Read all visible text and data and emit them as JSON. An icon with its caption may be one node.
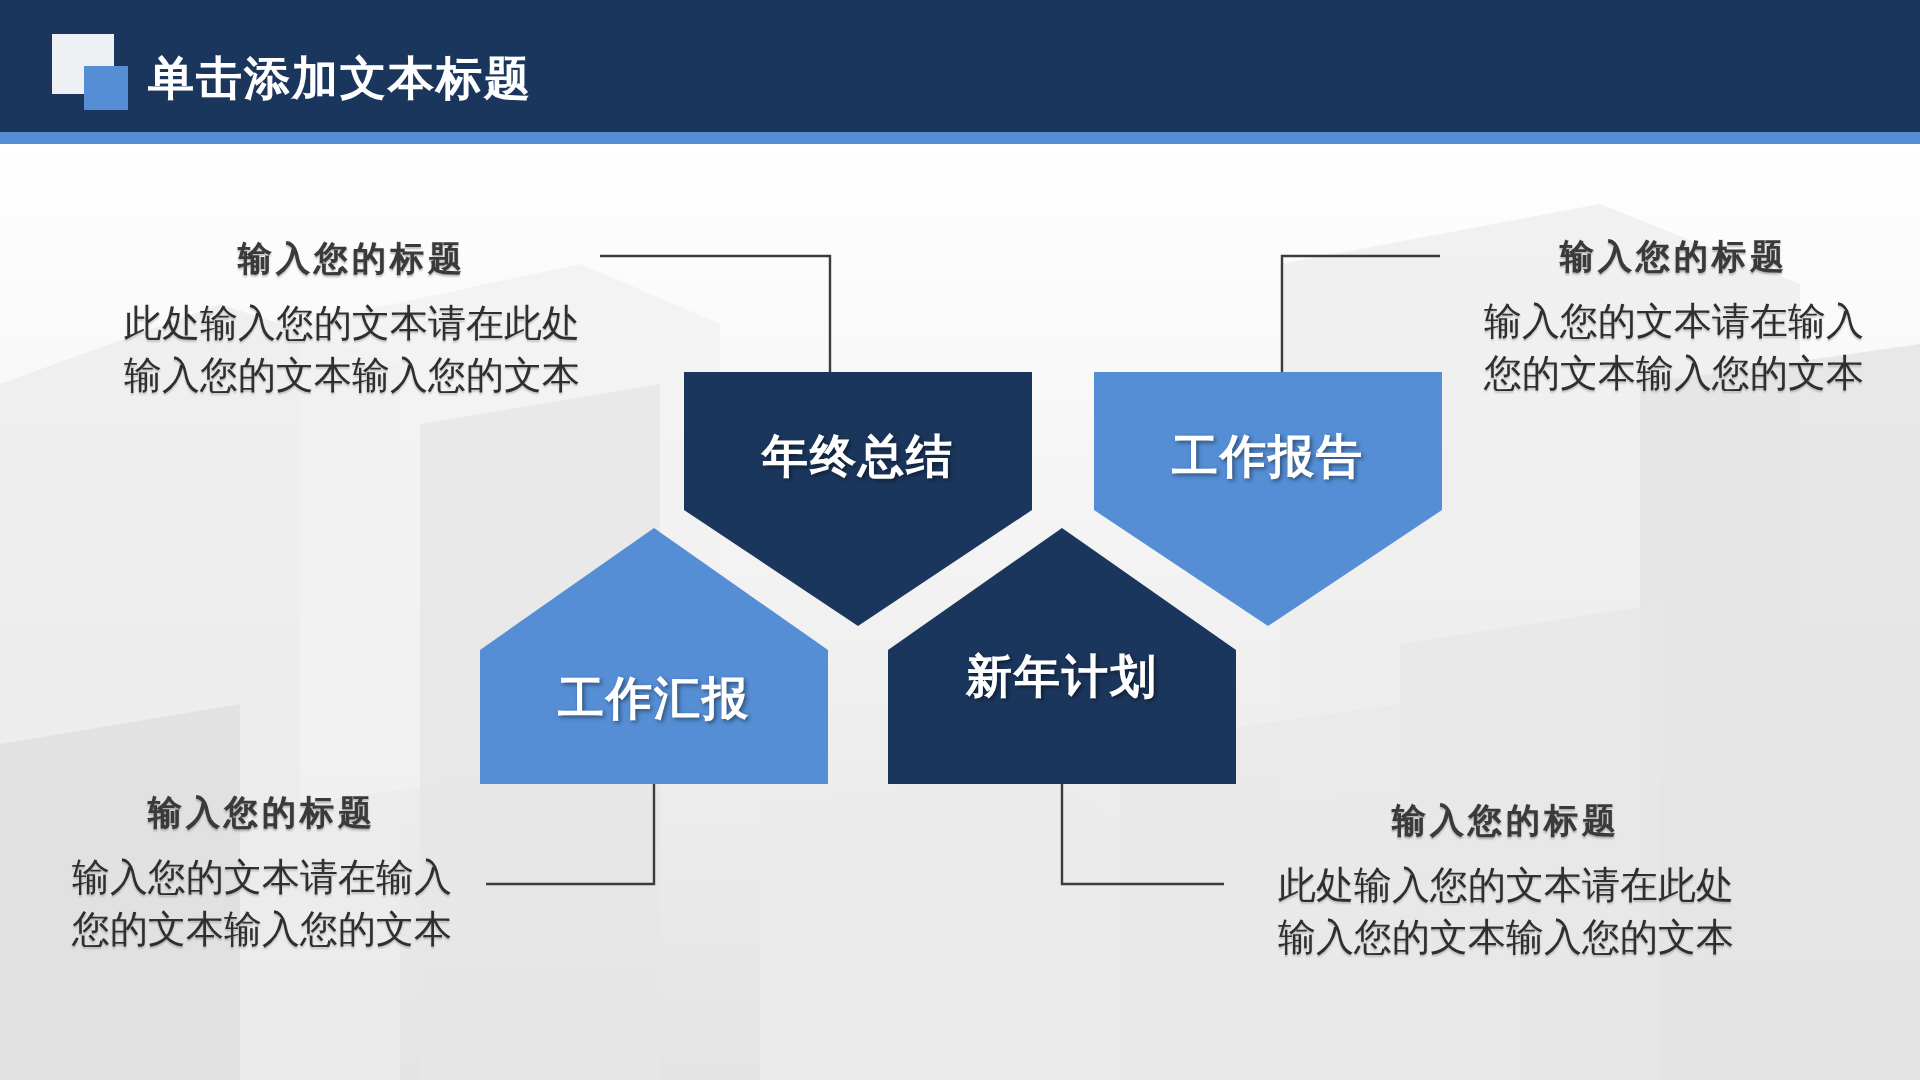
{
  "diagram": {
    "title": "单击添加文本标题",
    "nodes": [
      {
        "text": [
          "输入您的标题",
          "此处输入您的文本请在此处输入您的文本输入您的文本"
        ]
      },
      {
        "text": [
          "输入您的标题",
          "输入您的文本请在输入您的文本输入您的文本"
        ]
      },
      {
        "text": [
          "年终总结"
        ]
      },
      {
        "text": [
          "工作报告"
        ]
      },
      {
        "text": [
          "工作汇报"
        ]
      },
      {
        "text": [
          "新年计划"
        ]
      },
      {
        "text": [
          "输入您的标题",
          "输入您的文本请在输入您的文本输入您的文本"
        ]
      },
      {
        "text": [
          "输入您的标题",
          "此处输入您的文本请在此处输入您的文本输入您的文本"
        ]
      }
    ],
    "edges": [
      {
        "from": 0,
        "to": 2,
        "arrow": "none"
      },
      {
        "from": 1,
        "to": 3,
        "arrow": "none"
      },
      {
        "from": 6,
        "to": 4,
        "arrow": "none"
      },
      {
        "from": 7,
        "to": 5,
        "arrow": "none"
      }
    ]
  }
}
